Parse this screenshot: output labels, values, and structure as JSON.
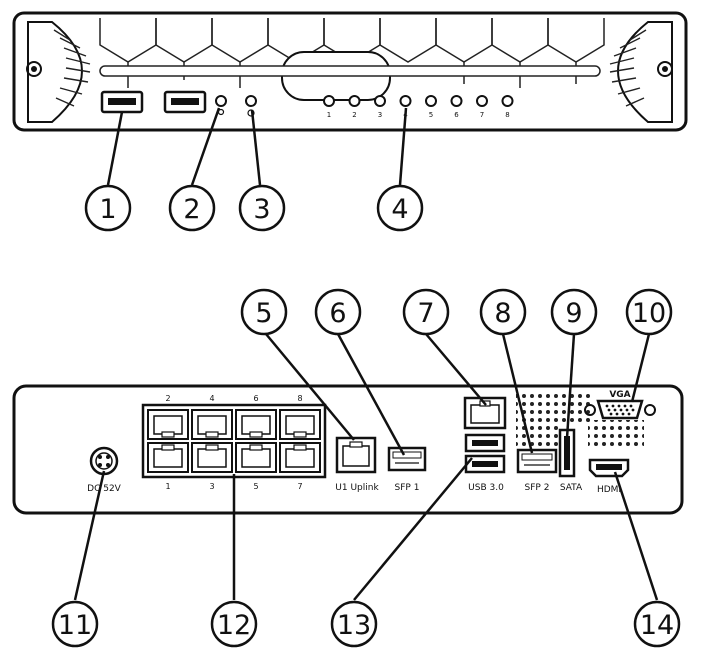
{
  "front_panel": {
    "led_numbers": [
      "1",
      "2",
      "3",
      "4",
      "5",
      "6",
      "7",
      "8"
    ]
  },
  "back_panel": {
    "port_top_numbers": [
      "2",
      "4",
      "6",
      "8"
    ],
    "port_bottom_numbers": [
      "1",
      "3",
      "5",
      "7"
    ],
    "labels": {
      "dc_power": "DC 52V",
      "uplink": "U1 Uplink",
      "sfp1": "SFP 1",
      "usb3": "USB 3.0",
      "sfp2": "SFP 2",
      "esata": "SATA",
      "vga": "VGA",
      "hdmi": "HDMI"
    }
  },
  "callouts": [
    "1",
    "2",
    "3",
    "4",
    "5",
    "6",
    "7",
    "8",
    "9",
    "10",
    "11",
    "12",
    "13",
    "14"
  ]
}
